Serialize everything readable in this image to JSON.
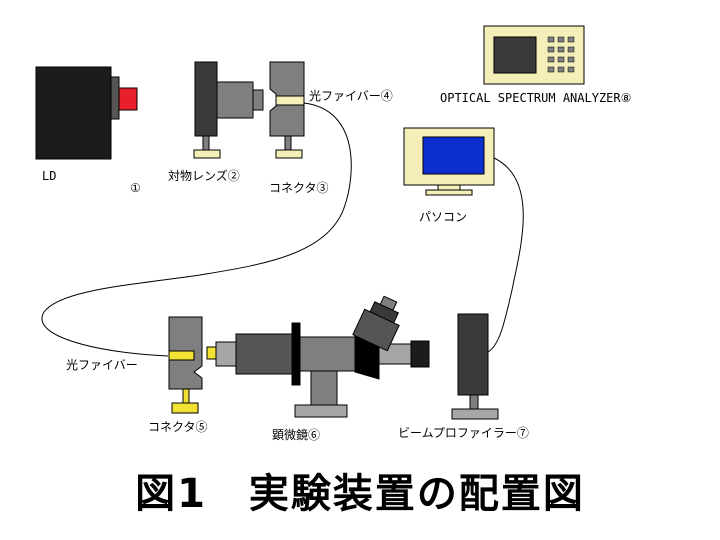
{
  "labels": {
    "ld": "LD",
    "ld_num": "①",
    "objective_lens": "対物レンズ②",
    "connector3": "コネクタ③",
    "fiber4": "光ファイバー④",
    "osa": "OPTICAL SPECTRUM ANALYZER⑧",
    "pc": "パソコン",
    "fiber_lower": "光ファイバー",
    "connector5": "コネクタ⑤",
    "microscope": "顕微鏡⑥",
    "beam_profiler": "ビームプロファイラー⑦"
  },
  "title": "図1　実験装置の配置図",
  "colors": {
    "ld_body": "#1c1c1c",
    "ld_emitter": "#e8202a",
    "gray_dark": "#3a3a3a",
    "gray_mid": "#7f7f7f",
    "gray_light": "#a6a6a6",
    "yellow": "#f2e234",
    "cream": "#f4efb8",
    "screen": "#0c2fd0",
    "black": "#000000"
  }
}
